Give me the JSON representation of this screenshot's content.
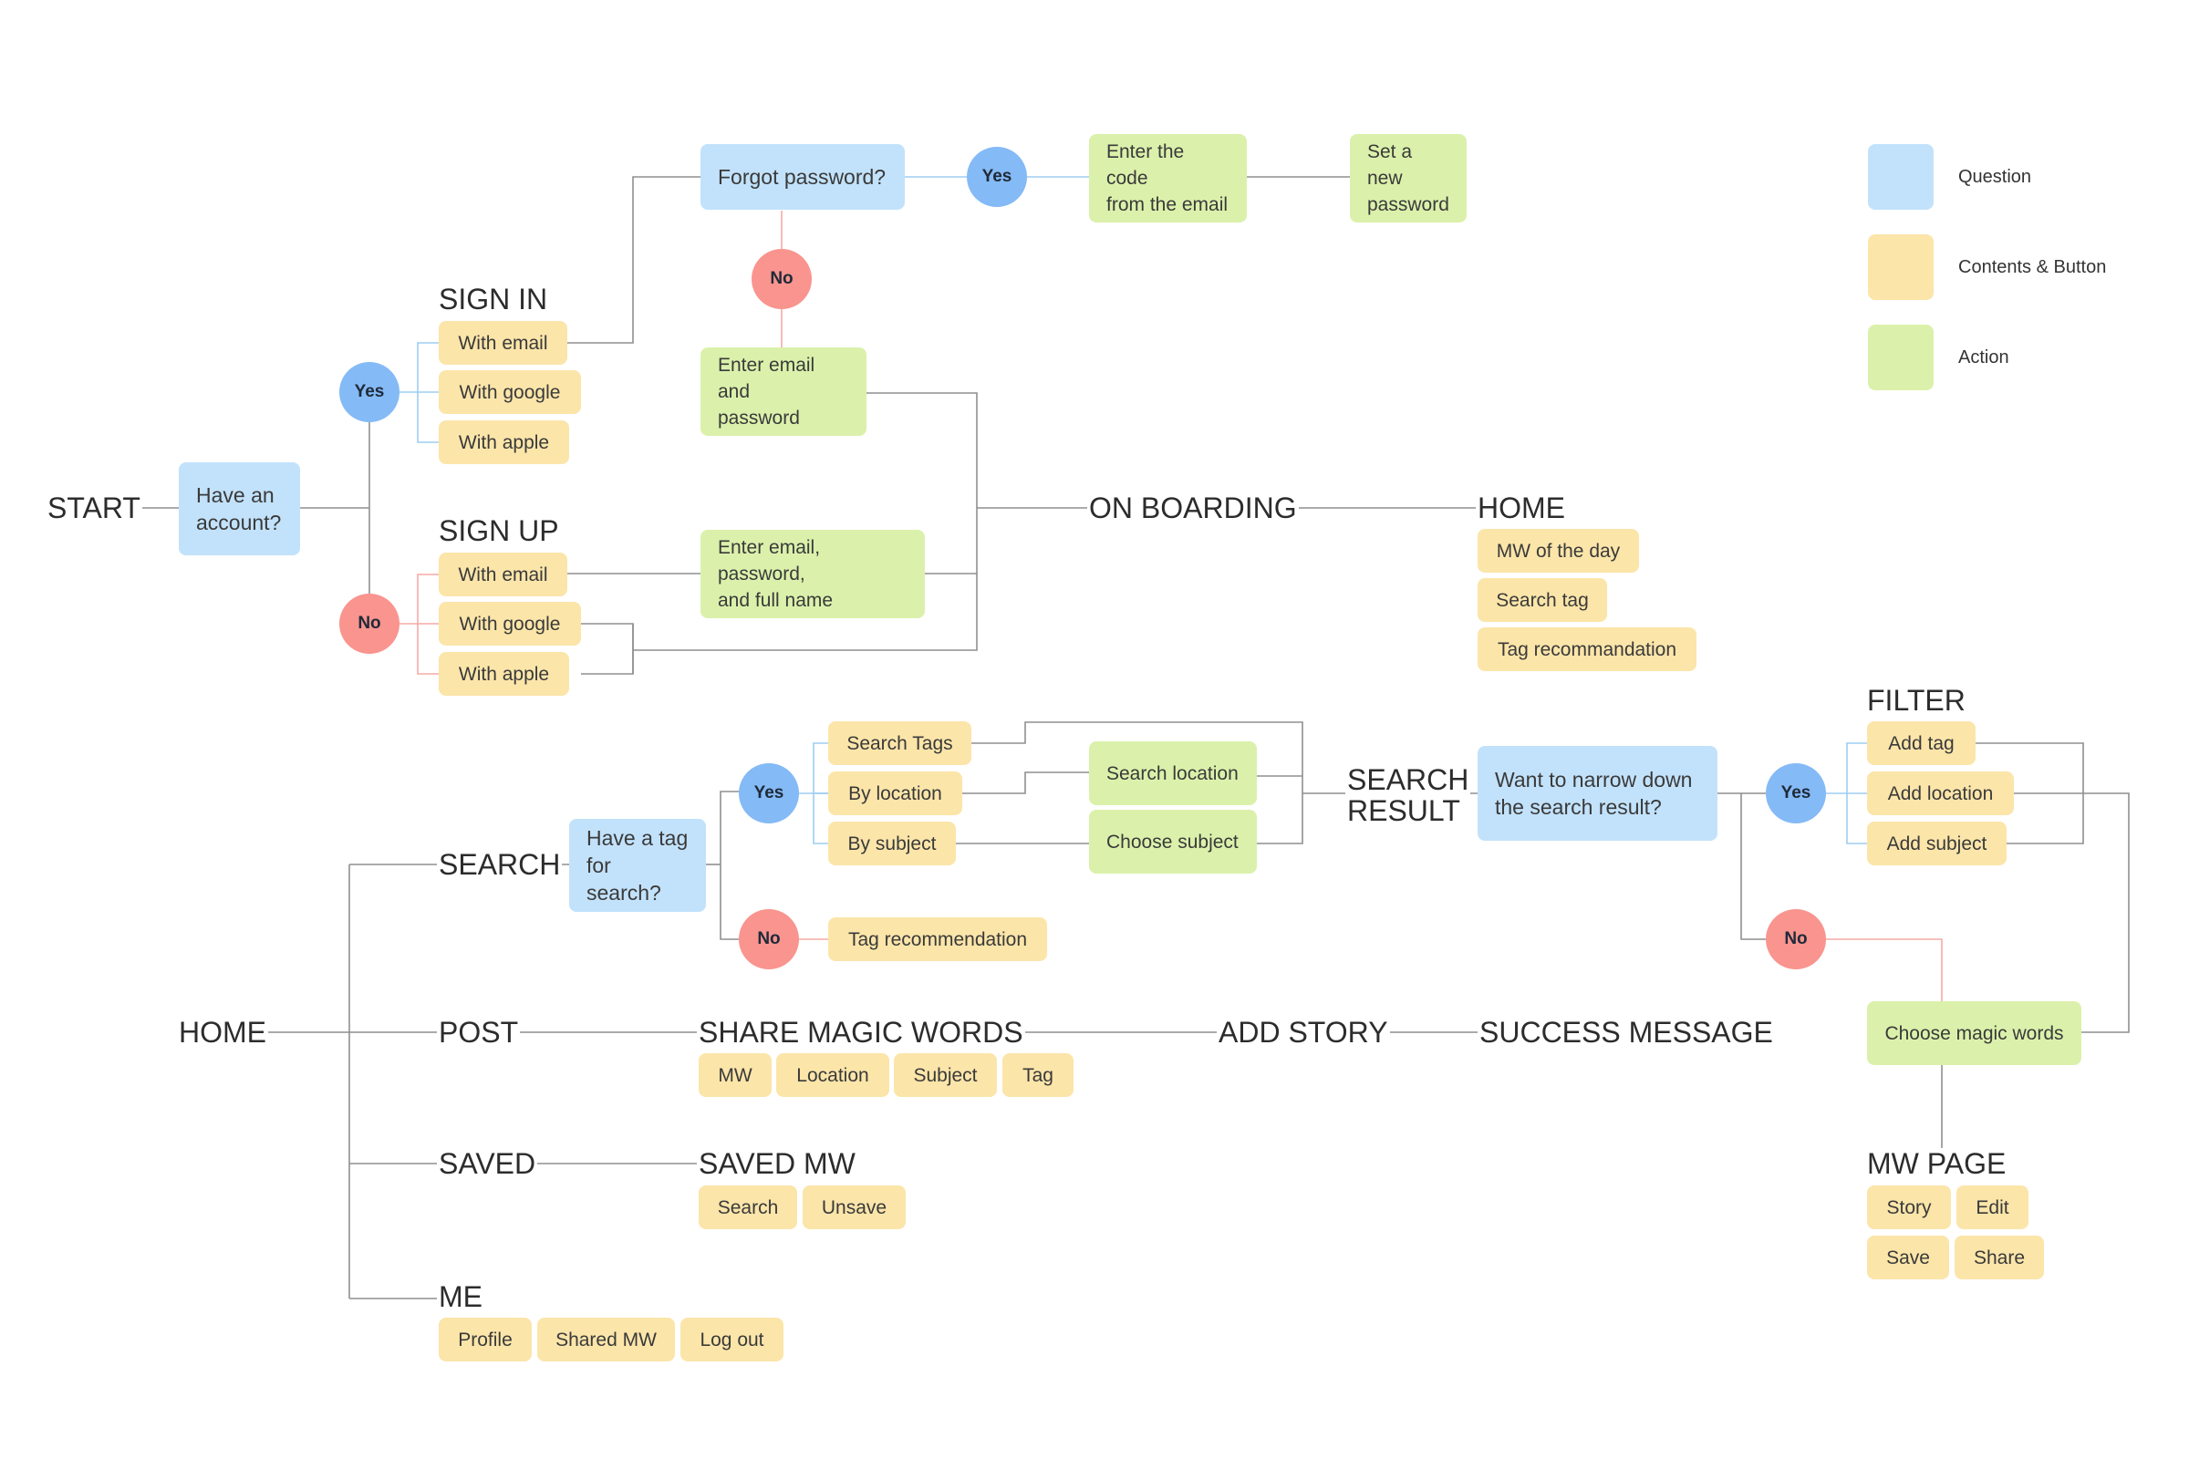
{
  "legend": {
    "question": "Question",
    "contents": "Contents & Button",
    "action": "Action",
    "colors": {
      "question": "#c2e2fb",
      "contents": "#fbe5a9",
      "action": "#dbf1ab",
      "yes": "#84baf6",
      "no": "#f9948f"
    }
  },
  "nodes": {
    "start": "START",
    "have_account": "Have an\naccount?",
    "sign_in": "SIGN IN",
    "sign_up": "SIGN UP",
    "with_email": "With email",
    "with_google": "With google",
    "with_apple": "With apple",
    "yes": "Yes",
    "no": "No",
    "forgot_password": "Forgot password?",
    "enter_code": "Enter the code\nfrom the email",
    "set_password": "Set a new\npassword",
    "enter_email_password": "Enter email and\npassword",
    "enter_email_full": "Enter email, password,\nand full name",
    "on_boarding": "ON BOARDING",
    "home": "HOME",
    "mw_of_day": "MW of the day",
    "search_tag": "Search tag",
    "tag_recommandation": "Tag recommandation",
    "search": "SEARCH",
    "have_tag": "Have a tag\nfor search?",
    "search_tags": "Search Tags",
    "by_location": "By location",
    "by_subject": "By subject",
    "search_location": "Search location",
    "choose_subject": "Choose subject",
    "tag_recommendation": "Tag recommendation",
    "search_result": "SEARCH\nRESULT",
    "narrow_down": "Want to narrow down\nthe search result?",
    "filter": "FILTER",
    "add_tag": "Add tag",
    "add_location": "Add location",
    "add_subject": "Add subject",
    "choose_magic_words": "Choose magic words",
    "mw_page": "MW PAGE",
    "story": "Story",
    "edit": "Edit",
    "save": "Save",
    "share": "Share",
    "post": "POST",
    "share_magic_words": "SHARE MAGIC WORDS",
    "mw": "MW",
    "location": "Location",
    "subject": "Subject",
    "tag": "Tag",
    "add_story": "ADD STORY",
    "success_message": "SUCCESS MESSAGE",
    "saved": "SAVED",
    "saved_mw": "SAVED MW",
    "search_btn": "Search",
    "unsave": "Unsave",
    "me": "ME",
    "profile": "Profile",
    "shared_mw": "Shared MW",
    "log_out": "Log out"
  }
}
